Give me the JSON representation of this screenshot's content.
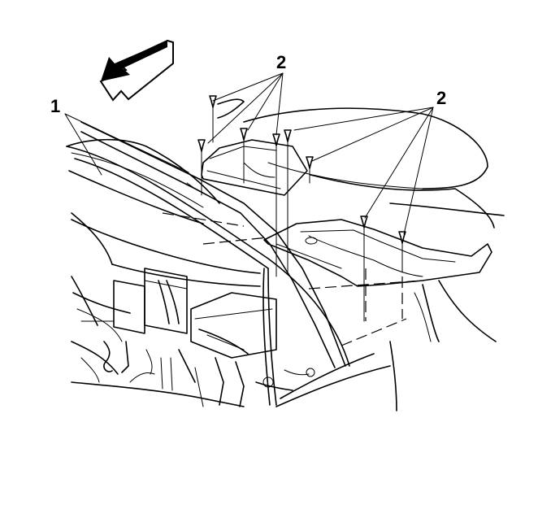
{
  "callouts": {
    "part1": "1",
    "part2_left": "2",
    "part2_right": "2"
  },
  "colors": {
    "line": "#000000",
    "background": "#ffffff",
    "arrow_fill": "#ffffff"
  },
  "icons": {
    "direction": "arrow-forward-icon",
    "fastener": "push-pin-retainer-icon"
  }
}
